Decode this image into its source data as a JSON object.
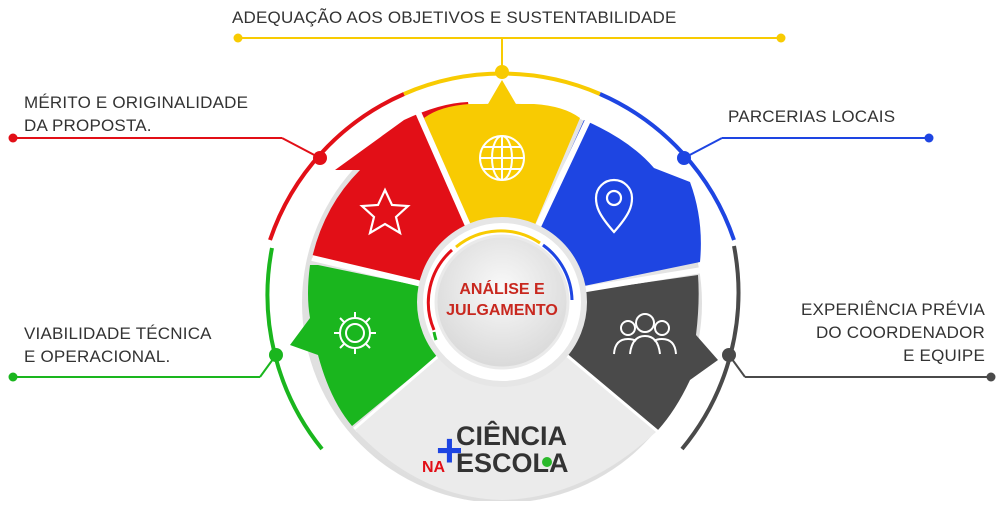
{
  "center": {
    "line1": "ANÁLISE E",
    "line2": "JULGAMENTO"
  },
  "labels": {
    "top": "ADEQUAÇÃO AOS OBJETIVOS E SUSTENTABILIDADE",
    "red": [
      "MÉRITO E ORIGINALIDADE",
      "DA PROPOSTA."
    ],
    "blue": "PARCERIAS LOCAIS",
    "green": [
      "VIABILIDADE TÉCNICA",
      "E OPERACIONAL."
    ],
    "dark": [
      "EXPERIÊNCIA PRÉVIA",
      "DO COORDENADOR",
      "E EQUIPE"
    ]
  },
  "logo": {
    "plus": "+",
    "word1": "CIÊNCIA",
    "na": "NA",
    "word2": "ESCOLA"
  },
  "colors": {
    "red": "#e20f17",
    "yellow": "#f8cb02",
    "blue": "#1e45e2",
    "dark": "#4a4a4a",
    "green": "#1ab61e",
    "accent_logo_green": "#2bb92b",
    "accent_logo_blue": "#1e45e2",
    "accent_logo_red": "#e20f17"
  },
  "icons": [
    "star-icon",
    "globe-icon",
    "location-pin-icon",
    "team-icon",
    "gear-icon"
  ]
}
